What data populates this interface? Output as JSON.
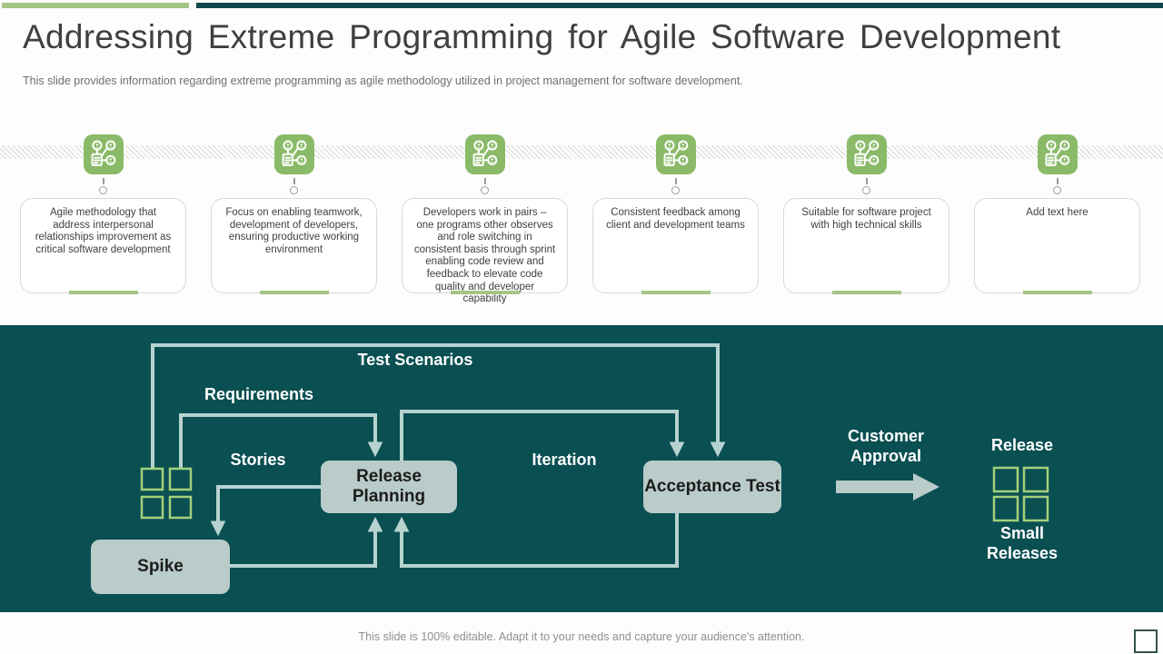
{
  "slide": {
    "title": "Addressing Extreme Programming for Agile Software Development",
    "subtitle": "This slide provides information regarding extreme programming as agile methodology utilized in project management for software development.",
    "footer": "This slide is 100% editable. Adapt it to your needs and capture your audience's attention."
  },
  "colors": {
    "accent_green": "#a3c585",
    "icon_green": "#8aba68",
    "top_bar_teal": "#10484e",
    "panel_teal": "#0a4f52",
    "node_fill": "#b9ccca",
    "flow_line": "#b7d3d0",
    "square_outline_green": "#a4d07c"
  },
  "cards": [
    {
      "text": "Agile methodology that address interpersonal relationships improvement as critical software development"
    },
    {
      "text": "Focus on enabling teamwork, development of developers, ensuring productive working environment"
    },
    {
      "text": "Developers work in pairs – one programs other observes and role switching in consistent basis through sprint enabling code review and feedback to elevate code quality and developer capability"
    },
    {
      "text": "Consistent feedback among client and development teams"
    },
    {
      "text": "Suitable for software project with high technical skills"
    },
    {
      "text": "Add text here"
    }
  ],
  "diagram": {
    "labels": {
      "test_scenarios": "Test Scenarios",
      "requirements": "Requirements",
      "stories": "Stories",
      "iteration": "Iteration",
      "customer_approval": "Customer Approval",
      "release": "Release",
      "small_releases": "Small Releases"
    },
    "nodes": {
      "release_planning": "Release Planning",
      "acceptance_test": "Acceptance Test",
      "spike": "Spike"
    }
  }
}
